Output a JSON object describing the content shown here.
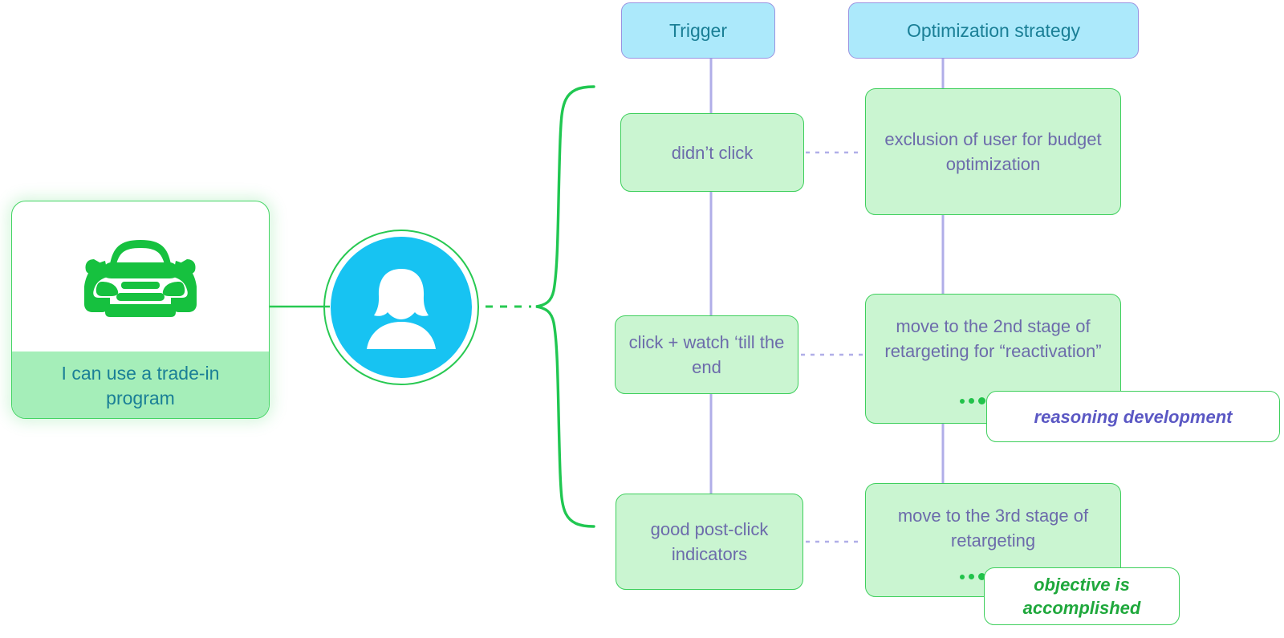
{
  "diagram": {
    "title": "Retargeting trigger / optimization strategy flow",
    "colors": {
      "green_accent": "#3ECF5C",
      "green_fill": "#CAF5D1",
      "green_bright": "#21C24A",
      "cyan_fill": "#ACE9FB",
      "cyan_avatar": "#17C3F2",
      "teal_text": "#1A7F96",
      "purple_text": "#6C6BAB",
      "purple_line": "#B0AEE8",
      "purple_border": "#9A92E0",
      "callout_purple": "#5B58C4",
      "callout_green": "#1FA83C",
      "persona_band": "#A5EEB9"
    }
  },
  "persona": {
    "icon": "car-front-icon",
    "label": "I can use a trade-in program",
    "avatar_icon": "user-avatar-icon"
  },
  "headers": [
    {
      "id": "trigger",
      "label": "Trigger"
    },
    {
      "id": "strategy",
      "label": "Optimization strategy"
    }
  ],
  "rows": [
    {
      "trigger": "didn’t click",
      "strategy": "exclusion of user for budget optimization",
      "has_dots": false,
      "callout": null
    },
    {
      "trigger": "click + watch ‘till the end",
      "strategy": "move to the 2nd stage of retargeting for “reactivation”",
      "has_dots": true,
      "callout": "reasoning development"
    },
    {
      "trigger": "good post-click indicators",
      "strategy": "move to the 3rd stage of retargeting",
      "has_dots": true,
      "callout": "objective is accomplished"
    }
  ],
  "callouts": {
    "reasoning": "reasoning development",
    "objective": "objective is accomplished"
  }
}
